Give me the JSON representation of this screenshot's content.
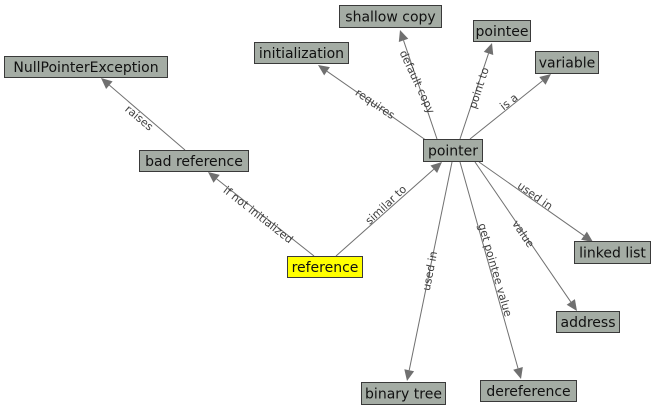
{
  "nodes": [
    {
      "id": "pointer",
      "label": "pointer"
    },
    {
      "id": "shallow-copy",
      "label": "shallow copy"
    },
    {
      "id": "pointee",
      "label": "pointee"
    },
    {
      "id": "initialization",
      "label": "initialization"
    },
    {
      "id": "variable",
      "label": "variable"
    },
    {
      "id": "null-pointer-exception",
      "label": "NullPointerException"
    },
    {
      "id": "bad-reference",
      "label": "bad reference"
    },
    {
      "id": "reference",
      "label": "reference",
      "highlight": true
    },
    {
      "id": "linked-list",
      "label": "linked list"
    },
    {
      "id": "address",
      "label": "address"
    },
    {
      "id": "binary-tree",
      "label": "binary tree"
    },
    {
      "id": "dereference",
      "label": "dereference"
    }
  ],
  "edges": [
    {
      "from": "pointer",
      "to": "shallow-copy",
      "label": "default copy"
    },
    {
      "from": "pointer",
      "to": "pointee",
      "label": "point to"
    },
    {
      "from": "pointer",
      "to": "initialization",
      "label": "requires"
    },
    {
      "from": "pointer",
      "to": "variable",
      "label": "is a"
    },
    {
      "from": "pointer",
      "to": "linked-list",
      "label": "used in"
    },
    {
      "from": "pointer",
      "to": "address",
      "label": "value"
    },
    {
      "from": "pointer",
      "to": "binary-tree",
      "label": "used in"
    },
    {
      "from": "pointer",
      "to": "dereference",
      "label": "get pointee value"
    },
    {
      "from": "reference",
      "to": "pointer",
      "label": "similar to"
    },
    {
      "from": "reference",
      "to": "bad-reference",
      "label": "if not initialized"
    },
    {
      "from": "bad-reference",
      "to": "null-pointer-exception",
      "label": "raises"
    }
  ],
  "colors": {
    "node_fill": "#a4aca4",
    "node_highlight": "#ffff00",
    "edge": "#707070"
  }
}
